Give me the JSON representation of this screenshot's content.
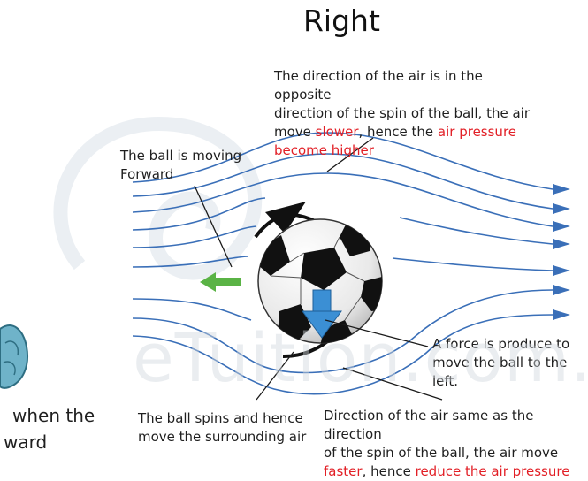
{
  "title": "Right",
  "top_note": {
    "line1": "The direction of the air is in the opposite",
    "line2": "direction of the spin of the ball, the air",
    "line3_pre": "move ",
    "line3_red1": "slower",
    "line3_mid": ", hence the ",
    "line3_red2": "air pressure",
    "line4_red": "become higher"
  },
  "moving_note": {
    "line1": "The ball is moving",
    "line2": "Forward"
  },
  "force_note": {
    "line1": "A force is produce to",
    "line2": "move the ball to the left."
  },
  "spin_note": {
    "line1": "The ball spins and hence",
    "line2": "move the surrounding air"
  },
  "bottom_note": {
    "line1": "Direction of the air same as the direction",
    "line2": "of the spin of the ball, the air move",
    "line3_red1": "faster",
    "line3_mid": ", hence ",
    "line3_red2": "reduce the air pressure"
  },
  "left_caption": {
    "line1": "when the",
    "line2": "ward"
  },
  "watermark": "eTuition.com.my",
  "colors": {
    "streamline": "#3a6fb8",
    "highlight": "#e21f26",
    "motion_arrow": "#5ab345",
    "force_arrow": "#3b8fd4"
  }
}
